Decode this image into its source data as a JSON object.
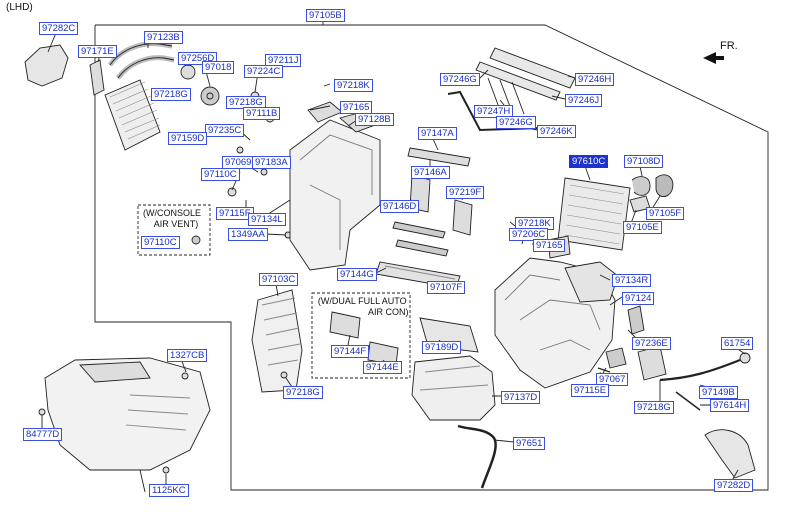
{
  "header": {
    "variant_label": "(LHD)",
    "front_label": "FR."
  },
  "notes": {
    "console": {
      "line1": "(W/CONSOLE",
      "line2": "AIR VENT)"
    },
    "dual": {
      "line1": "(W/DUAL FULL AUTO",
      "line2": "AIR CON)"
    }
  },
  "colors": {
    "label_text": "#1a2fc8",
    "label_border": "#3a4fe0",
    "highlight_fill": "#1c33d0",
    "line": "#222222"
  },
  "parts": [
    {
      "id": "p-97105B",
      "label": "97105B"
    },
    {
      "id": "p-97282C",
      "label": "97282C"
    },
    {
      "id": "p-97123B",
      "label": "97123B"
    },
    {
      "id": "p-97171E",
      "label": "97171E"
    },
    {
      "id": "p-97256D",
      "label": "97256D"
    },
    {
      "id": "p-97018",
      "label": "97018"
    },
    {
      "id": "p-97211J",
      "label": "97211J"
    },
    {
      "id": "p-97224C",
      "label": "97224C"
    },
    {
      "id": "p-97218G-a",
      "label": "97218G"
    },
    {
      "id": "p-97218K-a",
      "label": "97218K"
    },
    {
      "id": "p-97218G-b",
      "label": "97218G"
    },
    {
      "id": "p-97111B",
      "label": "97111B"
    },
    {
      "id": "p-97165-a",
      "label": "97165"
    },
    {
      "id": "p-97128B",
      "label": "97128B"
    },
    {
      "id": "p-97235C",
      "label": "97235C"
    },
    {
      "id": "p-97159D",
      "label": "97159D"
    },
    {
      "id": "p-97069",
      "label": "97069"
    },
    {
      "id": "p-97183A",
      "label": "97183A"
    },
    {
      "id": "p-97110C-a",
      "label": "97110C"
    },
    {
      "id": "p-97147A",
      "label": "97147A"
    },
    {
      "id": "p-97146A",
      "label": "97146A"
    },
    {
      "id": "p-97115F",
      "label": "97115F"
    },
    {
      "id": "p-97134L",
      "label": "97134L"
    },
    {
      "id": "p-97110C-b",
      "label": "97110C"
    },
    {
      "id": "p-1349AA",
      "label": "1349AA"
    },
    {
      "id": "p-97146D",
      "label": "97146D"
    },
    {
      "id": "p-97219F",
      "label": "97219F"
    },
    {
      "id": "p-97246G",
      "label": "97246G"
    },
    {
      "id": "p-97246H",
      "label": "97246H"
    },
    {
      "id": "p-97246J",
      "label": "97246J"
    },
    {
      "id": "p-97247H",
      "label": "97247H"
    },
    {
      "id": "p-97246G-b",
      "label": "97246G"
    },
    {
      "id": "p-97246K",
      "label": "97246K"
    },
    {
      "id": "p-97610C",
      "label": "97610C",
      "highlight": true
    },
    {
      "id": "p-97108D",
      "label": "97108D"
    },
    {
      "id": "p-97105F",
      "label": "97105F"
    },
    {
      "id": "p-97105E",
      "label": "97105E"
    },
    {
      "id": "p-97218K-b",
      "label": "97218K"
    },
    {
      "id": "p-97206C",
      "label": "97206C"
    },
    {
      "id": "p-97165-b",
      "label": "97165"
    },
    {
      "id": "p-97103C",
      "label": "97103C"
    },
    {
      "id": "p-97144G",
      "label": "97144G"
    },
    {
      "id": "p-97107F",
      "label": "97107F"
    },
    {
      "id": "p-97134R",
      "label": "97134R"
    },
    {
      "id": "p-97124",
      "label": "97124"
    },
    {
      "id": "p-97144F",
      "label": "97144F"
    },
    {
      "id": "p-97144E",
      "label": "97144E"
    },
    {
      "id": "p-97189D",
      "label": "97189D"
    },
    {
      "id": "p-97236E",
      "label": "97236E"
    },
    {
      "id": "p-61754",
      "label": "61754"
    },
    {
      "id": "p-1327CB",
      "label": "1327CB"
    },
    {
      "id": "p-97218G-c",
      "label": "97218G"
    },
    {
      "id": "p-97067",
      "label": "97067"
    },
    {
      "id": "p-97115E",
      "label": "97115E"
    },
    {
      "id": "p-97137D",
      "label": "97137D"
    },
    {
      "id": "p-97149B",
      "label": "97149B"
    },
    {
      "id": "p-97614H",
      "label": "97614H"
    },
    {
      "id": "p-97218G-d",
      "label": "97218G"
    },
    {
      "id": "p-84777D",
      "label": "84777D"
    },
    {
      "id": "p-97651",
      "label": "97651"
    },
    {
      "id": "p-1125KC",
      "label": "1125KC"
    },
    {
      "id": "p-97282D",
      "label": "97282D"
    }
  ]
}
